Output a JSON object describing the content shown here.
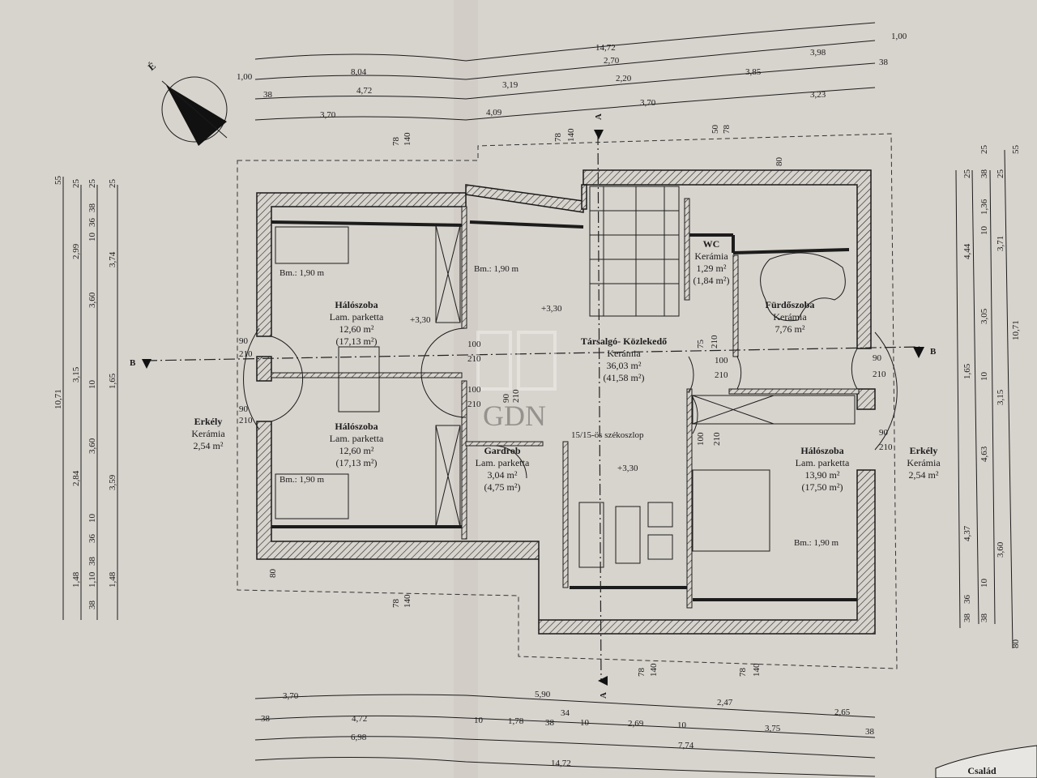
{
  "compass": {
    "label": "É"
  },
  "title_block": {
    "text": "Család"
  },
  "section_marks": {
    "a_top": "A",
    "a_bottom": "A",
    "b_left": "B",
    "b_right": "B"
  },
  "rooms": [
    {
      "name": "Hálószoba",
      "floor": "Lam. parketta",
      "area": "12,60 m²",
      "gross": "(17,13 m²)"
    },
    {
      "name": "Hálószoba",
      "floor": "Lam. parketta",
      "area": "12,60 m²",
      "gross": "(17,13 m²)"
    },
    {
      "name": "Gardrob",
      "floor": "Lam. parketta",
      "area": "3,04 m²",
      "gross": "(4,75 m²)"
    },
    {
      "name": "Társalgó- Közlekedő",
      "floor": "Kerámia",
      "area": "36,03 m²",
      "gross": "(41,58 m²)"
    },
    {
      "name": "WC",
      "floor": "Kerámia",
      "area": "1,29 m²",
      "gross": "(1,84 m²)"
    },
    {
      "name": "Fürdőszoba",
      "floor": "Kerámia",
      "area": "7,76 m²",
      "gross": ""
    },
    {
      "name": "Hálószoba",
      "floor": "Lam. parketta",
      "area": "13,90 m²",
      "gross": "(17,50 m²)"
    },
    {
      "name": "Erkély",
      "floor": "Kerámia",
      "area": "2,54 m²",
      "gross": ""
    },
    {
      "name": "Erkély",
      "floor": "Kerámia",
      "area": "2,54 m²",
      "gross": ""
    }
  ],
  "annotations": {
    "bm": [
      "Bm.: 1,90 m",
      "Bm.: 1,90 m",
      "Bm.: 1,90 m",
      "Bm.: 1,90 m"
    ],
    "levels": [
      "+3,30",
      "+3,30",
      "+3,30"
    ],
    "column_note": "15/15-ös székoszlop"
  },
  "door_labels": [
    "90",
    "210",
    "90",
    "210",
    "100",
    "210",
    "100",
    "210",
    "90",
    "210",
    "75",
    "210",
    "100",
    "210",
    "90",
    "210",
    "90",
    "210",
    "100",
    "210"
  ],
  "window_labels": [
    "78",
    "140",
    "78",
    "140",
    "50",
    "78",
    "80",
    "80",
    "78",
    "140",
    "78",
    "140",
    "78",
    "140"
  ],
  "dims_top": [
    "14,72",
    "1,00",
    "1,00",
    "8,04",
    "2,70",
    "3,98",
    "38",
    "4,72",
    "3,19",
    "2,20",
    "3,85",
    "38",
    "3,70",
    "4,09",
    "3,70",
    "3,23"
  ],
  "dims_bottom": [
    "3,70",
    "5,90",
    "2,47",
    "2,65",
    "38",
    "4,72",
    "10",
    "1,78",
    "38",
    "34",
    "10",
    "2,69",
    "10",
    "3,75",
    "38",
    "6,98",
    "7,74",
    "14,72"
  ],
  "dims_left": [
    "55",
    "10,71",
    "25",
    "2,99",
    "3,15",
    "2,84",
    "1,48",
    "25",
    "38",
    "36",
    "10",
    "3,60",
    "10",
    "3,60",
    "10",
    "36",
    "38",
    "1,10",
    "38",
    "25",
    "3,74",
    "1,65",
    "3,59",
    "1,48"
  ],
  "dims_right": [
    "25",
    "4,44",
    "1,65",
    "4,37",
    "36",
    "38",
    "25",
    "38",
    "1,36",
    "10",
    "3,05",
    "10",
    "4,63",
    "10",
    "38",
    "25",
    "3,71",
    "3,15",
    "3,60",
    "55",
    "10,71",
    "80"
  ],
  "watermark": "GDN"
}
